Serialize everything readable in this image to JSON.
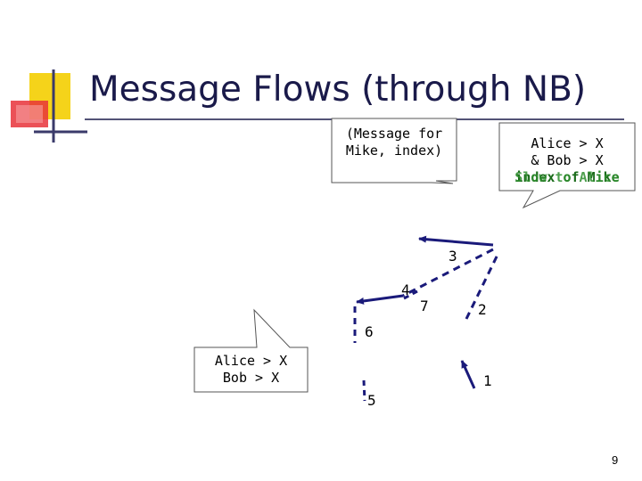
{
  "slide": {
    "title": "Message Flows (through NB)",
    "page_number": "9"
  },
  "callouts": {
    "top_center": [
      "(Message for",
      "Mike, index)"
    ],
    "top_right": [
      "Alice > X",
      "& Bob > X"
    ],
    "top_right_overlap": [
      "index of Mike",
      "Slow to Alice"
    ],
    "bottom_left": [
      "Alice > X",
      "Bob > X"
    ]
  },
  "flow_labels": [
    "1",
    "2",
    "3",
    "4",
    "5",
    "6",
    "7"
  ],
  "colors": {
    "title": "#1a1a4a",
    "accent_yellow": "#f5d31a",
    "accent_red": "#e8323a",
    "arrow_blue": "#1a1a7a",
    "overlap_green": "#1a6b1a"
  }
}
